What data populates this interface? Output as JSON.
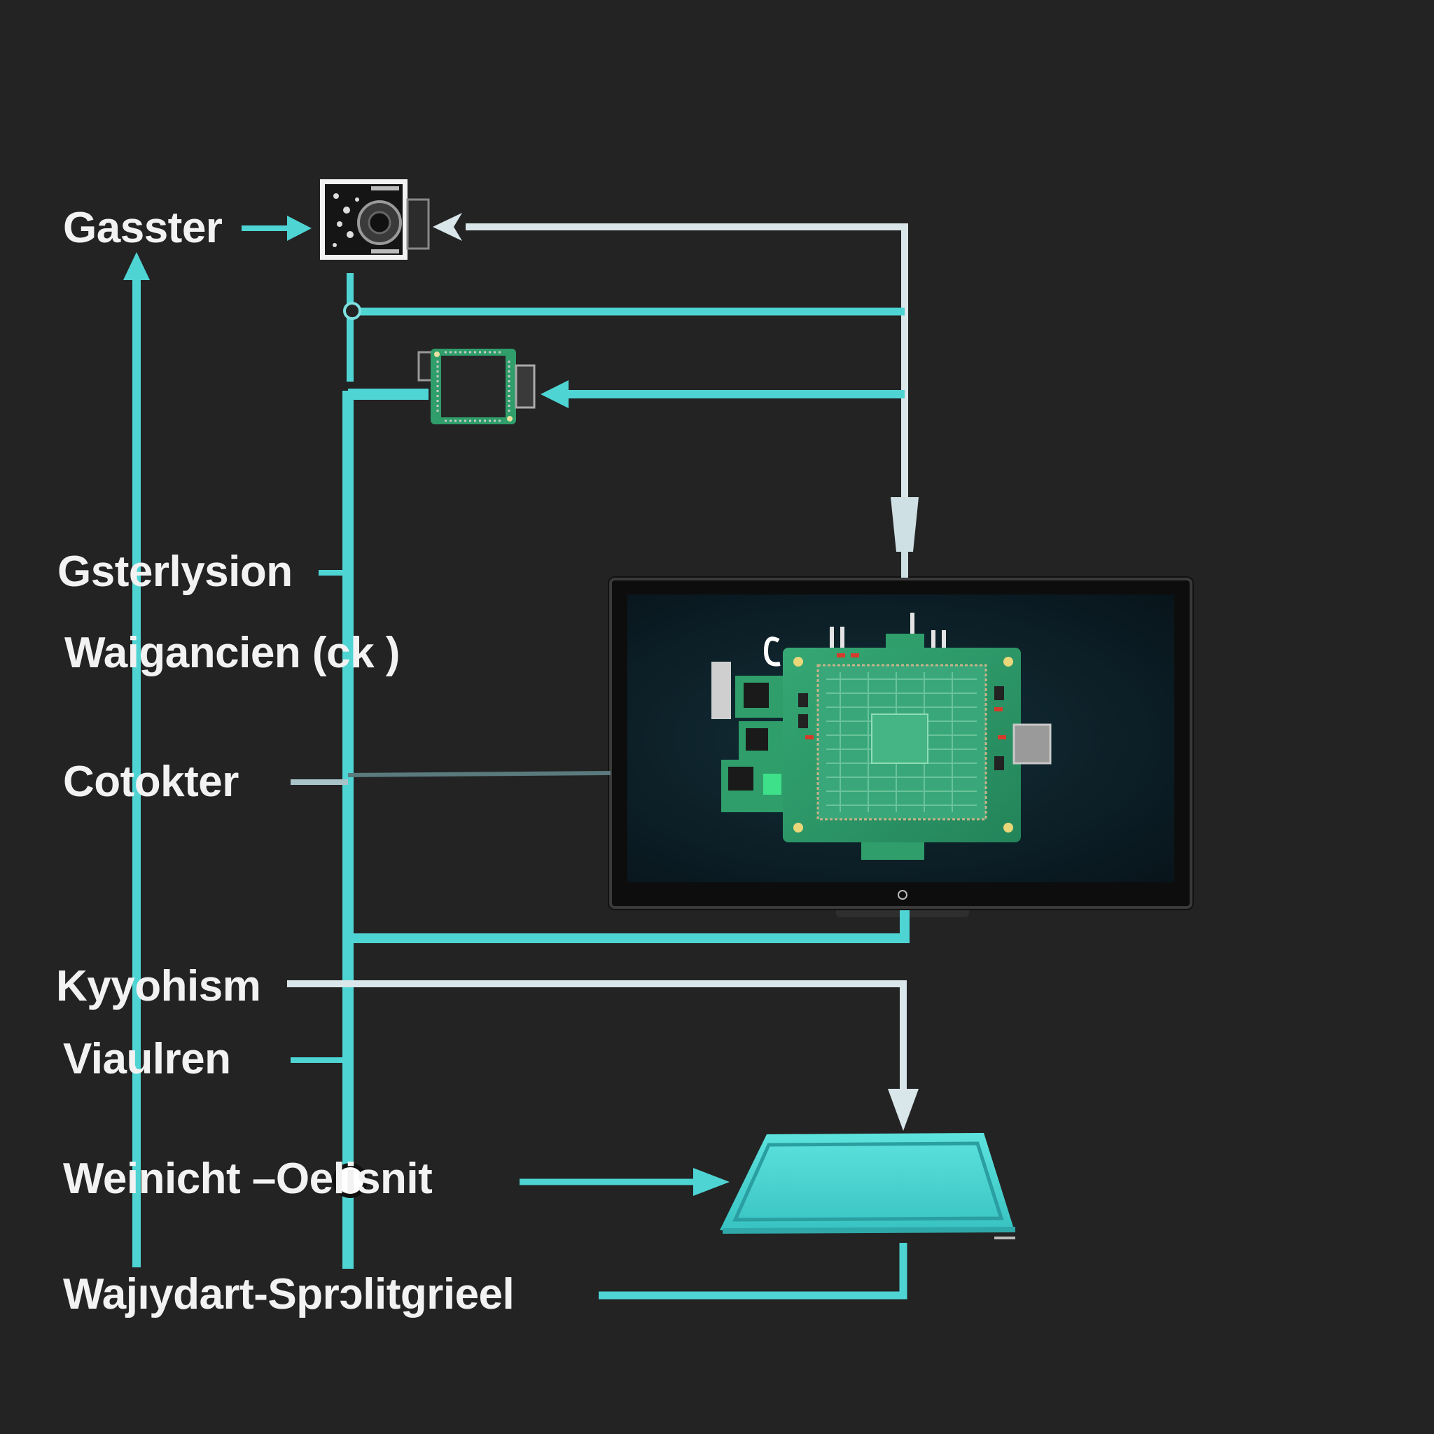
{
  "labels": [
    "Gasster",
    "Gsterlysion",
    "Waigancien (ck )",
    "Cotokter",
    "Kyyohism",
    "Viaulren",
    "Weinicht –Oelisnit",
    "Wajıydart-Sprɔlitgrieel"
  ],
  "colors": {
    "background": "#232323",
    "wire_cyan": "#4fd4d4",
    "wire_white": "#d9e6ea",
    "pcb_green": "#2f9e6a",
    "platform": "#47d1d0",
    "text": "#f2f2f2"
  },
  "icons": {
    "camera_module": "camera-module-icon",
    "chip_module": "microchip-icon",
    "monitor": "monitor-icon",
    "circuit_board": "circuit-board-icon",
    "platform": "platform-pad-icon"
  }
}
